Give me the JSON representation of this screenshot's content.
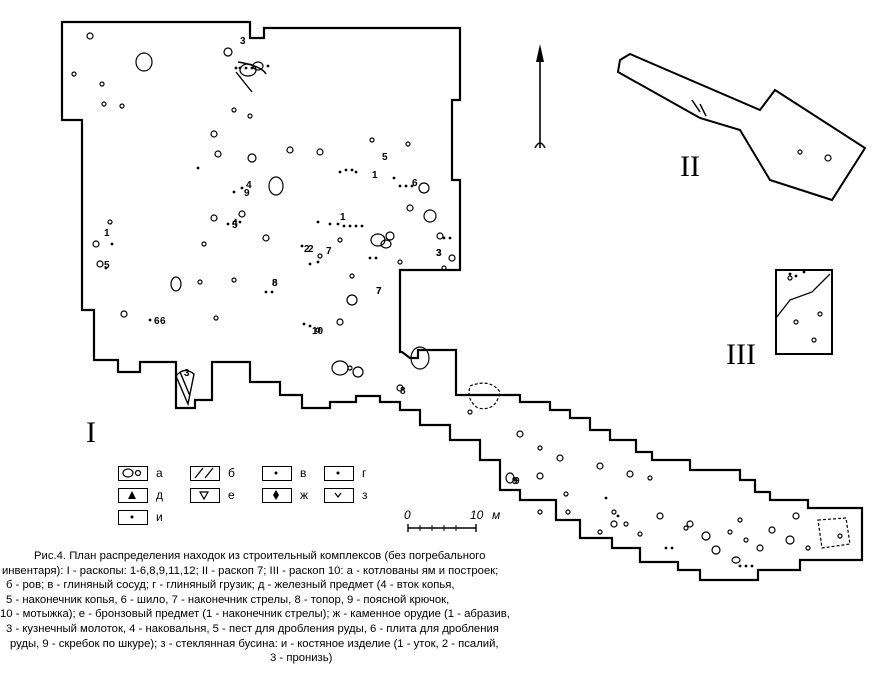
{
  "excavations": {
    "main": "I",
    "second": "II",
    "third": "III"
  },
  "legend": [
    {
      "letter": "а",
      "symbol": "pit-outline"
    },
    {
      "letter": "б",
      "symbol": "ditch-hatch"
    },
    {
      "letter": "в",
      "symbol": "dot"
    },
    {
      "letter": "г",
      "symbol": "dot"
    },
    {
      "letter": "д",
      "symbol": "triangle-filled"
    },
    {
      "letter": "е",
      "symbol": "triangle-open"
    },
    {
      "letter": "ж",
      "symbol": "diamond-filled"
    },
    {
      "letter": "з",
      "symbol": "chevron"
    },
    {
      "letter": "и",
      "symbol": "dot"
    }
  ],
  "scale": {
    "zero": "0",
    "end": "10",
    "unit": "м"
  },
  "find_labels": [
    "3",
    "1",
    "5",
    "6",
    "9",
    "5",
    "8",
    "7",
    "10",
    "7",
    "3",
    "2",
    "4",
    "5",
    "6",
    "1",
    "9",
    "8",
    "7",
    "6",
    "4",
    "2",
    "3",
    "1",
    "3",
    "8",
    "9"
  ],
  "caption": [
    "Рис.4. План распределения находок из строительный комплексов (без погребального",
    "инвентаря): I - раскопы: 1-6,8,9,11,12; II - раскоп 7; III - раскоп 10: а - котлованы ям и построек;",
    "б - ров;   в - глиняный сосуд;    г - глиняный грузик;    д - железный предмет    (4 - вток копья,",
    "5 - наконечник копья,   6 - шило,   7 - наконечник стрелы,    8 - топор,    9 - поясной крючок,",
    "10 - мотыжка); е - бронзовый предмет (1 - наконечник стрелы); ж - каменное орудие (1 - абразив,",
    "3 - кузнечный молоток, 4 - наковальня, 5 - пест для дробления руды, 6 - плита для дробления",
    "руды, 9 - скребок по шкуре); з - стеклянная бусина: и - костяное изделие (1 - уток, 2 - псалий,",
    "3 - пронизь)"
  ]
}
